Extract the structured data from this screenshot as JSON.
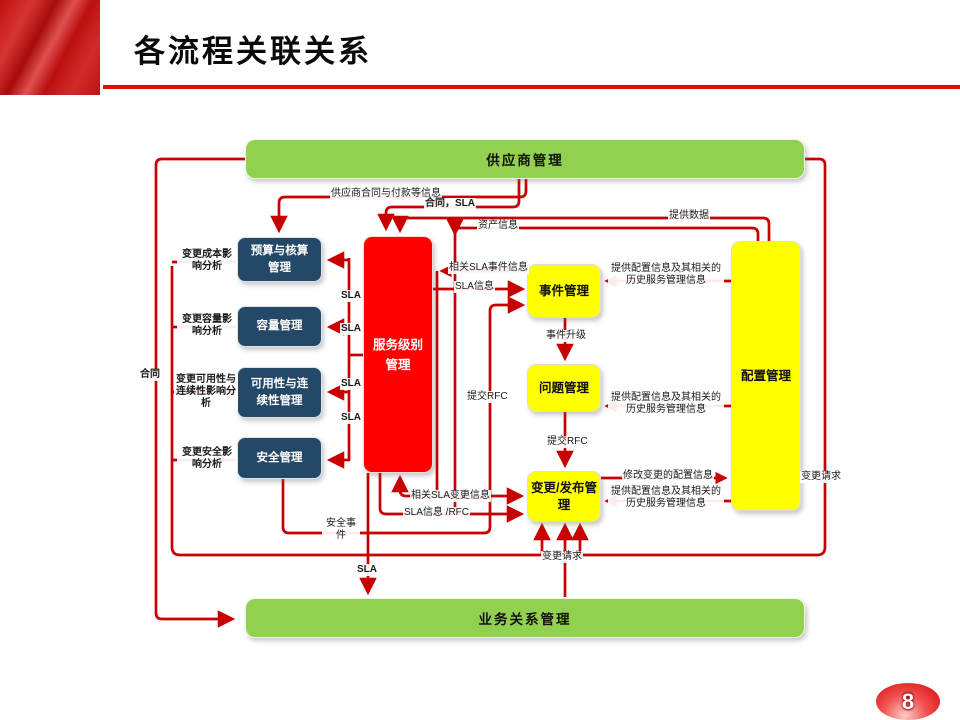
{
  "slide": {
    "title": "各流程关联关系",
    "page_number": "8"
  },
  "colors": {
    "line_red": "#C80000",
    "node_green": "#92D050",
    "node_yellow": "#FFFF00",
    "node_red": "#FF0000",
    "node_navy": "#234868",
    "accent_red": "#E30B0B"
  },
  "diagram": {
    "nodes": {
      "supplier": "供应商管理",
      "business_relation": "业务关系管理",
      "service_level": "服务级别管理",
      "incident": "事件管理",
      "problem": "问题管理",
      "change_release": "变更/发布管理",
      "configuration": "配置管理",
      "budget": "预算与核算管理",
      "capacity": "容量管理",
      "availability": "可用性与连续性管理",
      "security": "安全管理"
    },
    "edge_labels": {
      "supplier_contract_payment": "供应商合同与付款等信息",
      "contract_sla": "合同，SLA",
      "provide_data": "提供数据",
      "asset_info": "资产信息",
      "contract": "合同",
      "change_cost_impact": "变更成本影响分析",
      "change_capacity_impact": "变更容量影响分析",
      "change_availability_impact": "变更可用性与连续性影响分析",
      "change_security_impact": "变更安全影响分析",
      "sla": "SLA",
      "related_sla_incident_info": "相关SLA事件信息",
      "sla_info": "SLA信息",
      "incident_escalation": "事件升级",
      "submit_rfc": "提交RFC",
      "related_sla_change_info": "相关SLA变更信息",
      "sla_info_rfc": "SLA信息 /RFC",
      "security_incident": "安全事件",
      "provide_config_info": "提供配置信息及其相关的历史服务管理信息",
      "modify_config_info": "修改变更的配置信息",
      "change_request": "变更请求"
    }
  }
}
